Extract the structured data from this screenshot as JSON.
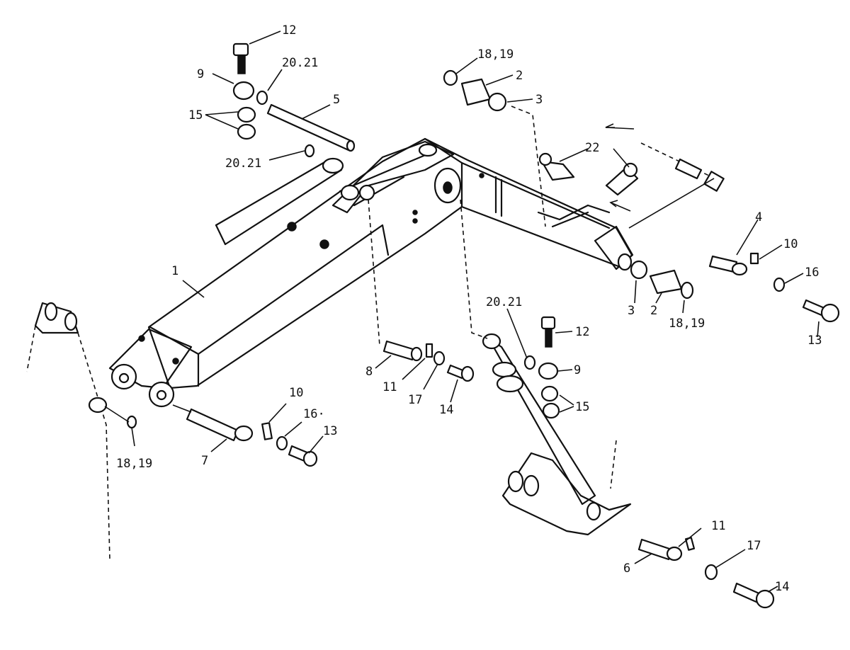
{
  "callouts": [
    {
      "id": "c-12a",
      "text": "12"
    },
    {
      "id": "c-9a",
      "text": "9"
    },
    {
      "id": "c-2021a",
      "text": "20.21"
    },
    {
      "id": "c-15a",
      "text": "15"
    },
    {
      "id": "c-5",
      "text": "5"
    },
    {
      "id": "c-2021b",
      "text": "20.21"
    },
    {
      "id": "c-1",
      "text": "1"
    },
    {
      "id": "c-1819a",
      "text": "18,19"
    },
    {
      "id": "c-2a",
      "text": "2"
    },
    {
      "id": "c-3a",
      "text": "3"
    },
    {
      "id": "c-22",
      "text": "22"
    },
    {
      "id": "c-4",
      "text": "4"
    },
    {
      "id": "c-10a",
      "text": "10"
    },
    {
      "id": "c-16a",
      "text": "16"
    },
    {
      "id": "c-13a",
      "text": "13"
    },
    {
      "id": "c-3b",
      "text": "3"
    },
    {
      "id": "c-2b",
      "text": "2"
    },
    {
      "id": "c-1819b",
      "text": "18,19"
    },
    {
      "id": "c-2021c",
      "text": "20.21"
    },
    {
      "id": "c-12b",
      "text": "12"
    },
    {
      "id": "c-9b",
      "text": "9"
    },
    {
      "id": "c-15b",
      "text": "15"
    },
    {
      "id": "c-8",
      "text": "8"
    },
    {
      "id": "c-11a",
      "text": "11"
    },
    {
      "id": "c-17a",
      "text": "17"
    },
    {
      "id": "c-14a",
      "text": "14"
    },
    {
      "id": "c-10b",
      "text": "10"
    },
    {
      "id": "c-16b",
      "text": "16·"
    },
    {
      "id": "c-13b",
      "text": "13"
    },
    {
      "id": "c-7",
      "text": "7"
    },
    {
      "id": "c-1819c",
      "text": "18,19"
    },
    {
      "id": "c-11b",
      "text": "11"
    },
    {
      "id": "c-17b",
      "text": "17"
    },
    {
      "id": "c-6",
      "text": "6"
    },
    {
      "id": "c-14b",
      "text": "14"
    }
  ]
}
